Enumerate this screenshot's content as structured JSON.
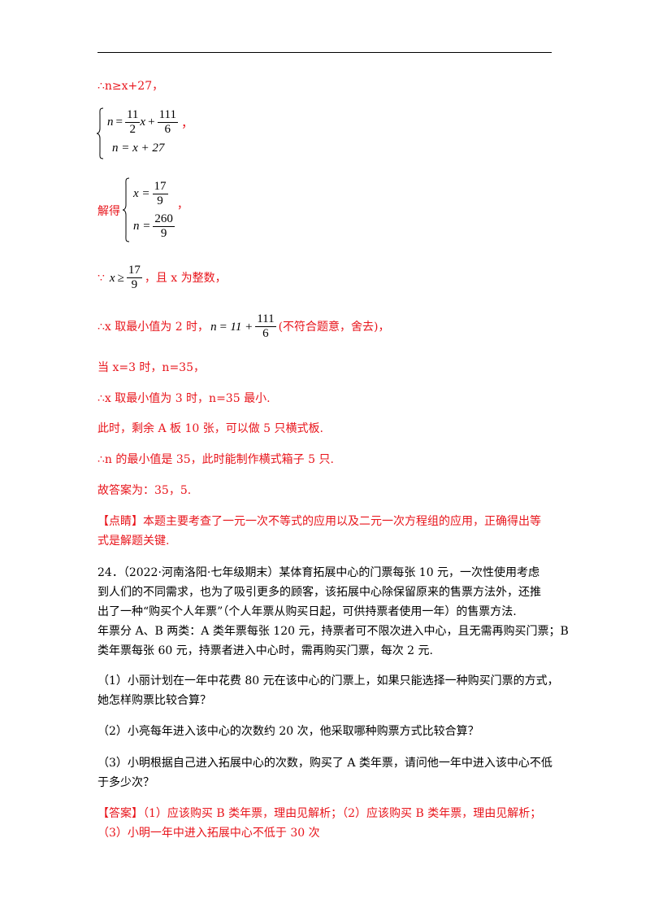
{
  "doc": {
    "l1": "∴n≥x+27，",
    "sys1": {
      "row1_lhs": "n",
      "row1_eq": "=",
      "row1_f1_num": "11",
      "row1_f1_den": "2",
      "row1_x": "x",
      "row1_plus": "+",
      "row1_f2_num": "111",
      "row1_f2_den": "6",
      "row2": "n = x + 27",
      "tail": "，"
    },
    "sol_prefix": "解得",
    "sys2": {
      "row1_lhs": "x =",
      "row1_num": "17",
      "row1_den": "9",
      "row2_lhs": "n =",
      "row2_num": "260",
      "row2_den": "9",
      "tail": "，"
    },
    "because": "∵",
    "ineq_x": "x",
    "ineq_ge": "≥",
    "ineq_num": "17",
    "ineq_den": "9",
    "ineq_tail": "，且 x 为整数，",
    "l_min2_a": "∴x 取最小值为 2 时，",
    "l_min2_n": "n",
    "l_min2_eq": "= 11 +",
    "l_min2_num": "111",
    "l_min2_den": "6",
    "l_min2_b": "(不符合题意，舍去)，",
    "l_x3": "当 x=3 时，n=35，",
    "l_min3": "∴x 取最小值为 3 时，n=35 最小.",
    "l_rest": "此时，剩余 A 板 10 张，可以做 5 只横式板.",
    "l_nmin": "∴n 的最小值是 35，此时能制作横式箱子 5 只.",
    "l_ans": "故答案为：35，5.",
    "dianjing_1": "【点睛】本题主要考查了一元一次不等式的应用以及二元一次方程组的应用，正确得出等",
    "dianjing_2": "式是解题关键.",
    "q24_1": "24．（2022·河南洛阳·七年级期末）某体育拓展中心的门票每张 10 元，一次性使用考虑",
    "q24_2": "到人们的不同需求，也为了吸引更多的顾客，该拓展中心除保留原来的售票方法外，还推",
    "q24_3": "出了一种“购买个人年票”（个人年票从购买日起，可供持票者使用一年）的售票方法.",
    "q24_4": "年票分 A、B 两类：A 类年票每张 120 元，持票者可不限次进入中心，且无需再购买门票；B",
    "q24_5": "类年票每张 60 元，持票者进入中心时，需再购买门票，每次 2 元.",
    "q1_1": "（1）小丽计划在一年中花费 80 元在该中心的门票上，如果只能选择一种购买门票的方式，",
    "q1_2": "她怎样购票比较合算？",
    "q2": "（2）小亮每年进入该中心的次数约 20 次，他采取哪种购票方式比较合算？",
    "q3_1": "（3）小明根据自己进入拓展中心的次数，购买了 A 类年票，请问他一年中进入该中心不低",
    "q3_2": "于多少次？",
    "answer_1": "【答案】（1）应该购买 B 类年票，理由见解析；（2）应该购买 B 类年票，理由见解析；",
    "answer_2": "（3）小明一年中进入拓展中心不低于 30 次"
  },
  "colors": {
    "answer_red": "#e8141b",
    "text": "#000000"
  }
}
